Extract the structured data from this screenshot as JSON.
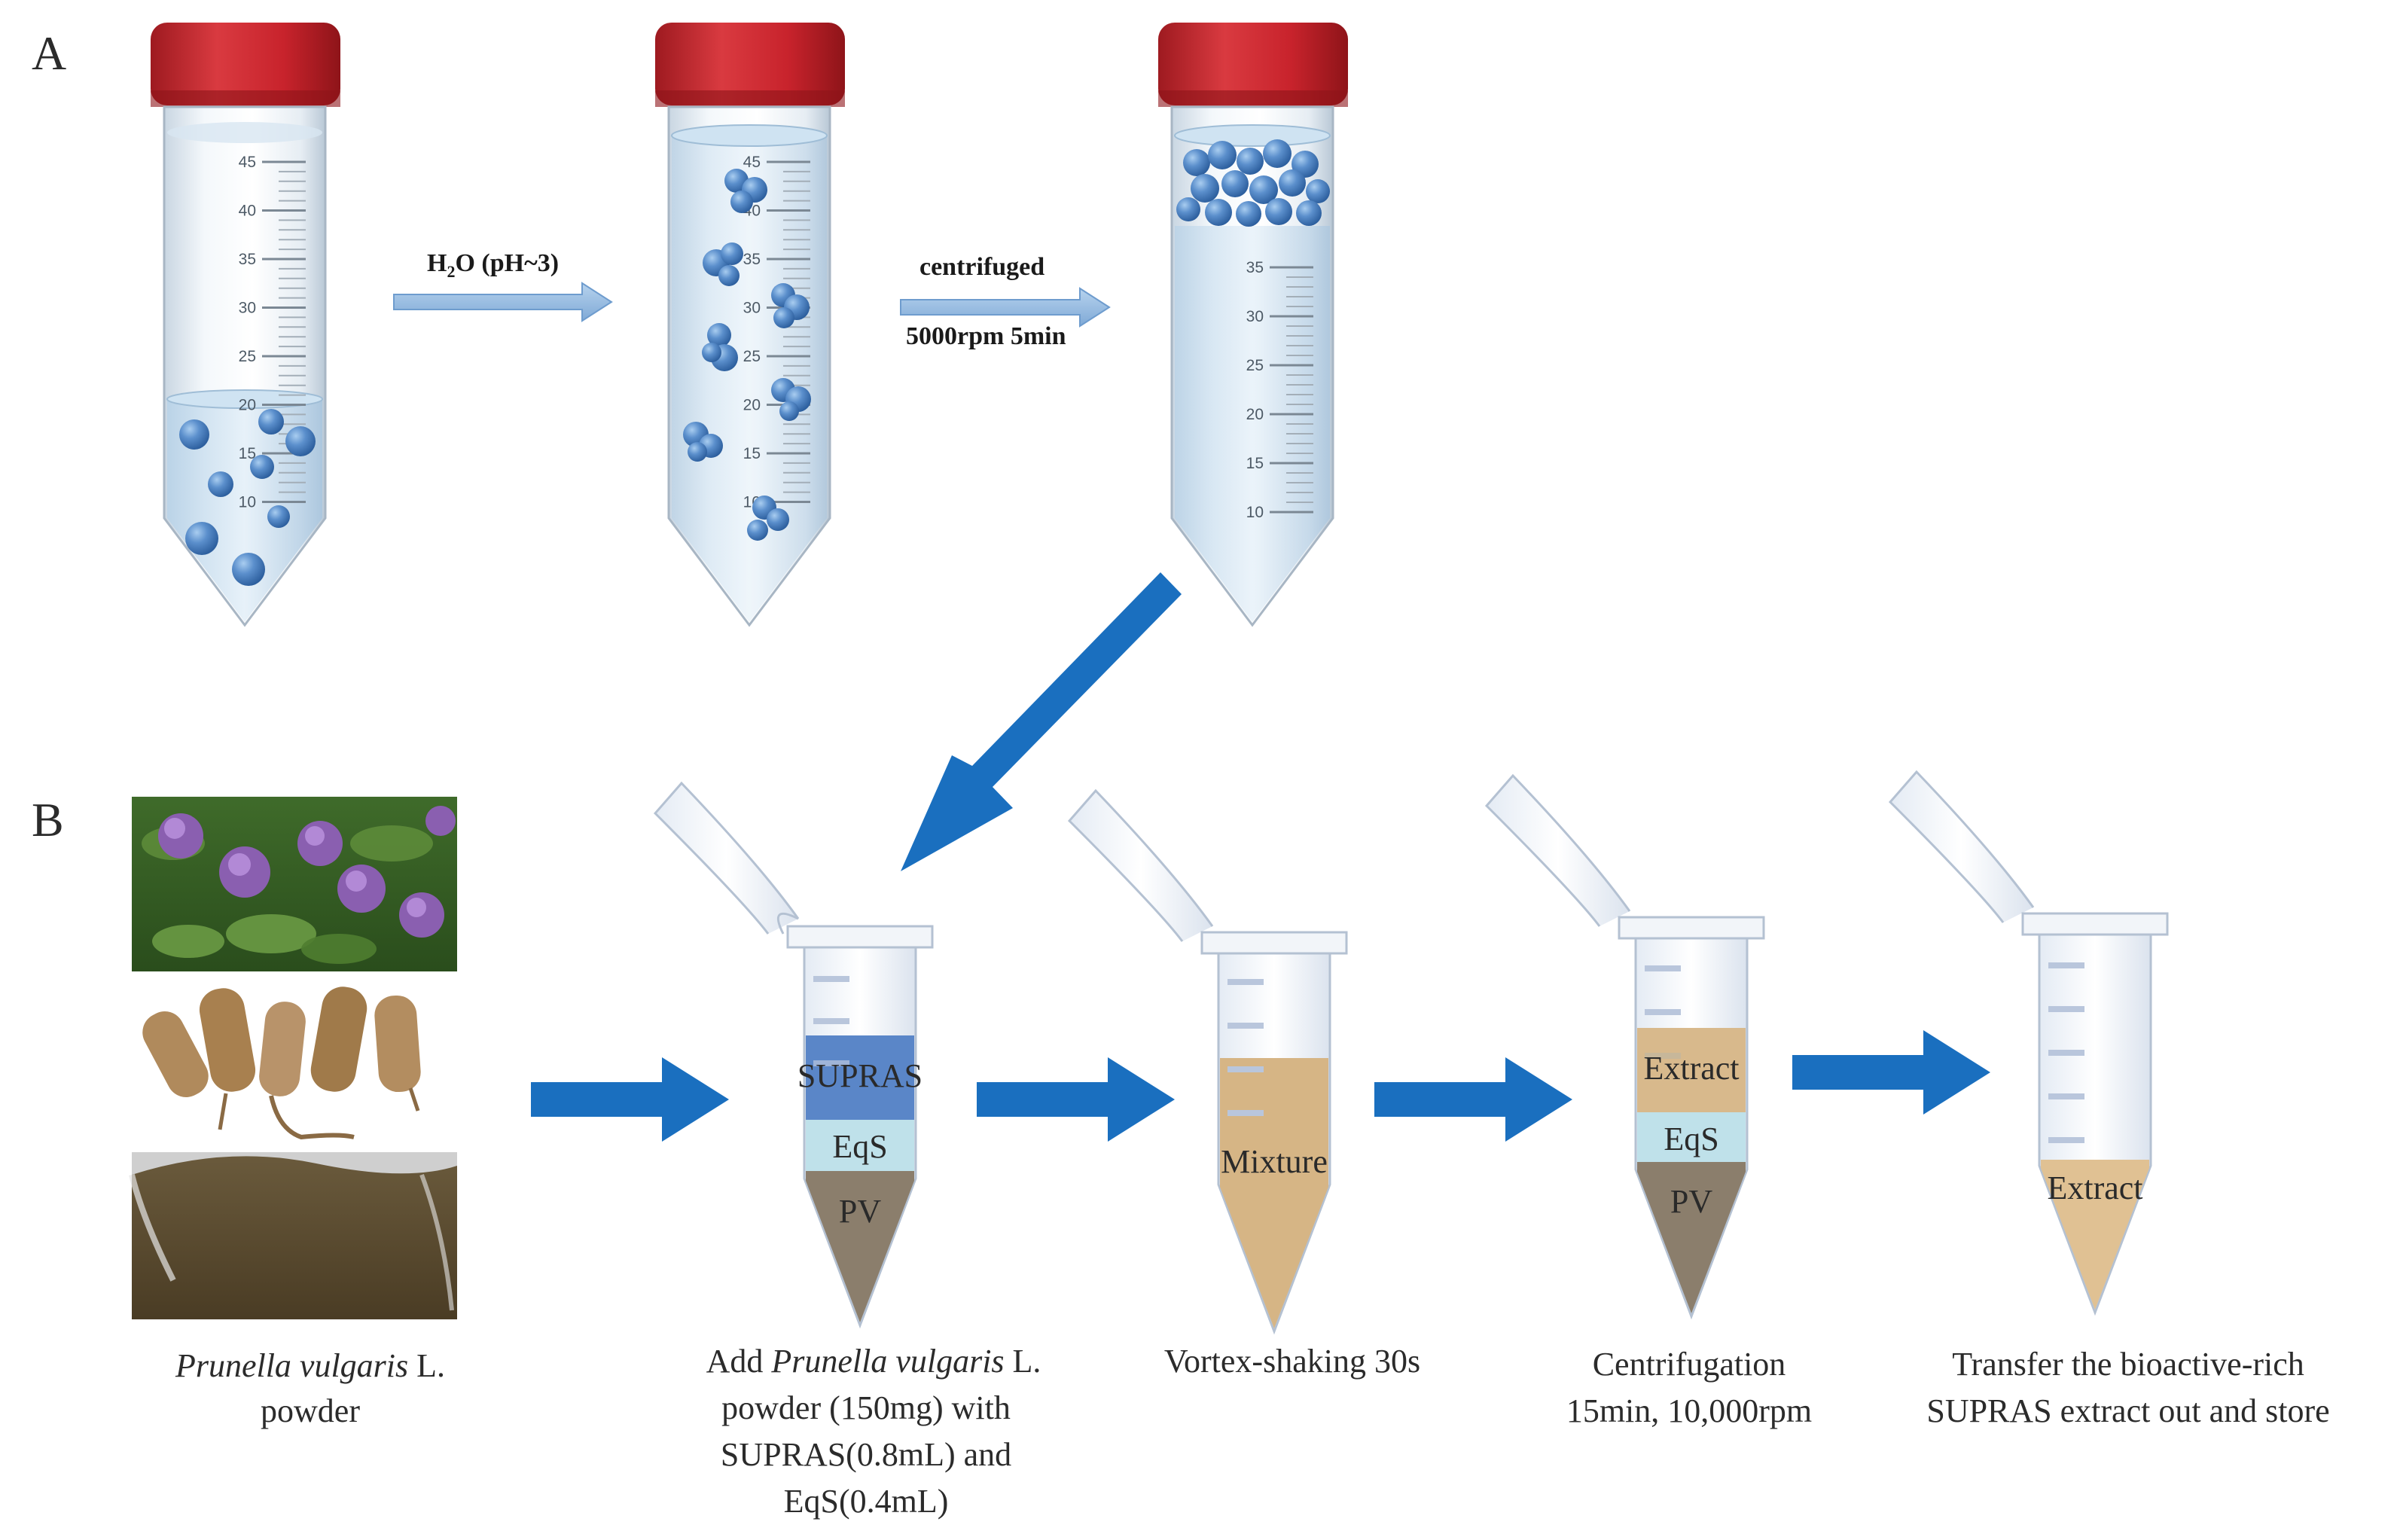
{
  "panels": {
    "a": "A",
    "b": "B"
  },
  "tube_scale_left": [
    "45",
    "40",
    "35",
    "30",
    "25",
    "20",
    "15",
    "10"
  ],
  "tube_scale_middle": [
    "45",
    "40",
    "35",
    "30",
    "25",
    "20",
    "15",
    "10"
  ],
  "tube_scale_right": [
    "35",
    "30",
    "25",
    "20",
    "15",
    "10"
  ],
  "arrow1": {
    "pre": "H",
    "sub": "2",
    "post": "O (pH~3)"
  },
  "arrow2": {
    "top": "centrifuged",
    "bottom": "5000rpm 5min"
  },
  "layers": {
    "supras": "SUPRAS",
    "eqs": "EqS",
    "pv": "PV",
    "mixture": "Mixture",
    "extract": "Extract",
    "eqs2": "EqS",
    "pv2": "PV",
    "extract2": "Extract"
  },
  "captions": {
    "plant": {
      "italic": "Prunella vulgaris",
      "rest": " L.",
      "line2": "powder"
    },
    "step1": {
      "pre": "Add ",
      "italic": "Prunella vulgaris",
      "rest": " L.",
      "line2": "powder (150mg)  with",
      "line3": "SUPRAS(0.8mL) and",
      "line4": "EqS(0.4mL)"
    },
    "step2": {
      "line1": "Vortex-shaking 30s"
    },
    "step3": {
      "line1": "Centrifugation",
      "line2": "15min, 10,000rpm"
    },
    "step4": {
      "line1": "Transfer the bioactive-rich",
      "line2": "SUPRAS extract out and store"
    }
  },
  "colors": {
    "cap_red": "#c8232c",
    "droplet_blue": "#4f86c6",
    "arrow_blue": "#1a6fbf",
    "supras_blue": "#5a86c8",
    "eqs_cyan": "#bfe1ea",
    "pv_grey": "#8b7e6c",
    "extract_tan": "#d8b98c"
  }
}
